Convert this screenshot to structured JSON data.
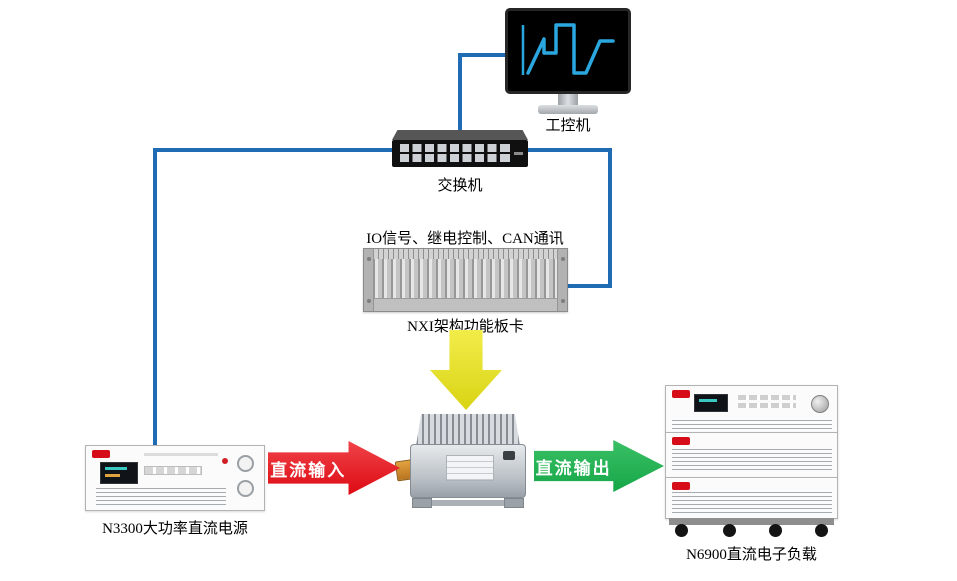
{
  "palette": {
    "connection": "#1f6cb4",
    "arrow-down-start": "#f2ec4a",
    "arrow-down-end": "#d9d414",
    "arrow-input-start": "#f0434a",
    "arrow-input-end": "#dd0a12",
    "arrow-output-start": "#3bbf66",
    "arrow-output-end": "#15a747",
    "screen-trace": "#2ba7df"
  },
  "nodes": {
    "pc": {
      "label": "工控机"
    },
    "switch": {
      "label": "交换机"
    },
    "io_bus": {
      "label": "IO信号、继电控制、CAN通讯"
    },
    "nxi": {
      "label": "NXI架构功能板卡"
    },
    "source": {
      "label": "N3300大功率直流电源"
    },
    "load": {
      "label": "N6900直流电子负载"
    }
  },
  "flows": {
    "dc_input": {
      "label": "直流输入"
    },
    "dc_output": {
      "label": "直流输出"
    }
  }
}
